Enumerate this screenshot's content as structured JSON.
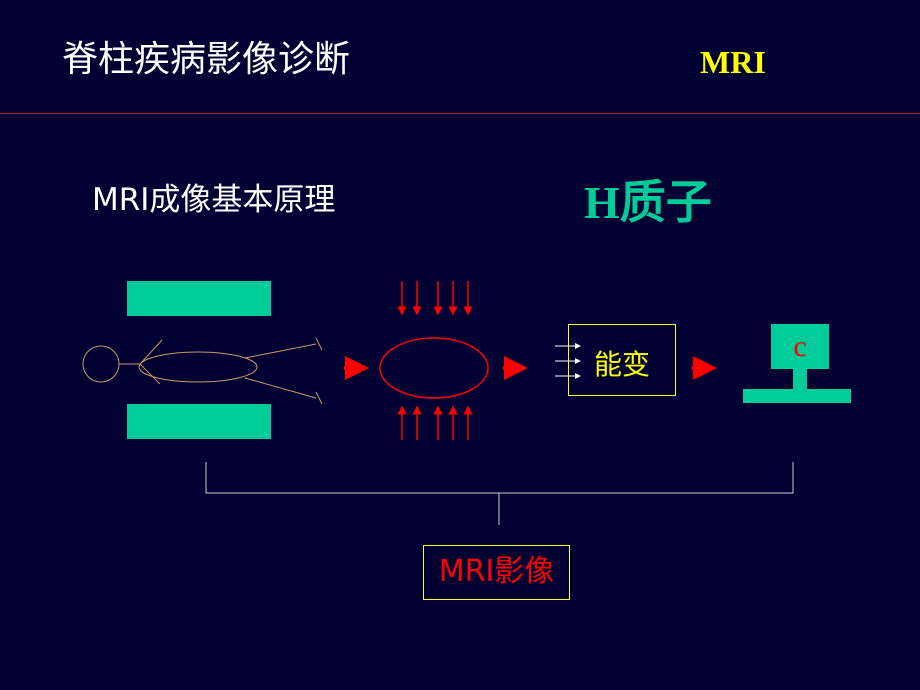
{
  "slide": {
    "title": "脊柱疾病影像诊断",
    "tag": "MRI",
    "subtitle": "MRI成像基本原理",
    "highlight": "H质子",
    "energy_label": "能变",
    "monitor_label": "c",
    "result_label": "MRI影像"
  },
  "colors": {
    "background": "#000033",
    "accent_green": "#00cc99",
    "accent_yellow": "#ffff00",
    "arrow_red": "#ff0000",
    "rule": "#a52a2a"
  }
}
